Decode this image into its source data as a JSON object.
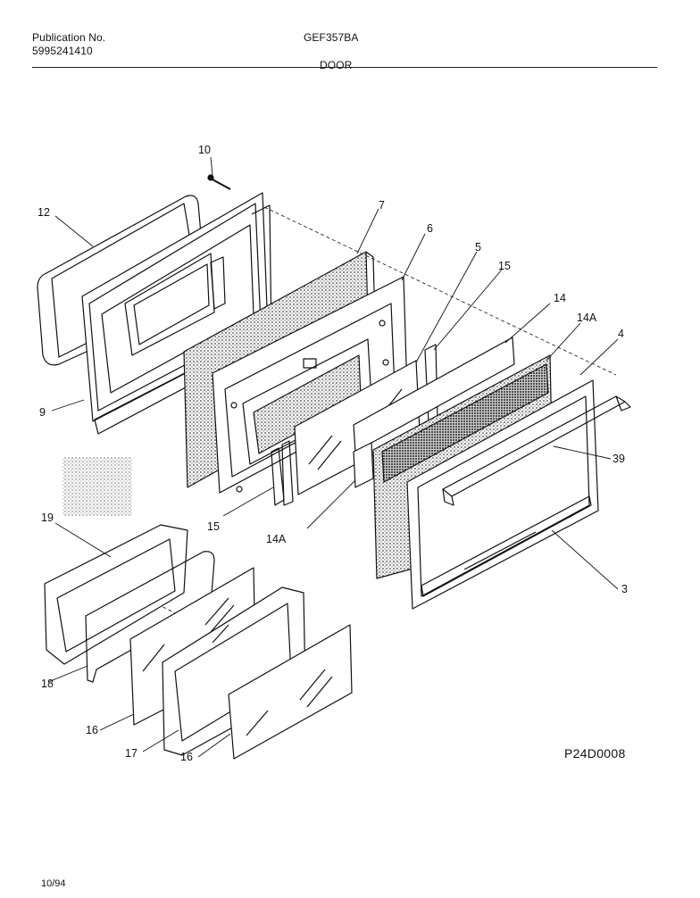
{
  "header": {
    "publication_label": "Publication No.",
    "publication_number": "5995241410",
    "model": "GEF357BA",
    "section": "DOOR"
  },
  "callouts": {
    "c10": "10",
    "c12": "12",
    "c9": "9",
    "c7": "7",
    "c6": "6",
    "c5": "5",
    "c15a": "15",
    "c14": "14",
    "c14a_top": "14A",
    "c4": "4",
    "c39": "39",
    "c3": "3",
    "c15b": "15",
    "c14a_bot": "14A",
    "c19": "19",
    "c18": "18",
    "c16a": "16",
    "c17": "17",
    "c16b": "16"
  },
  "footer": {
    "drawing_id": "P24D0008",
    "date": "10/94"
  }
}
